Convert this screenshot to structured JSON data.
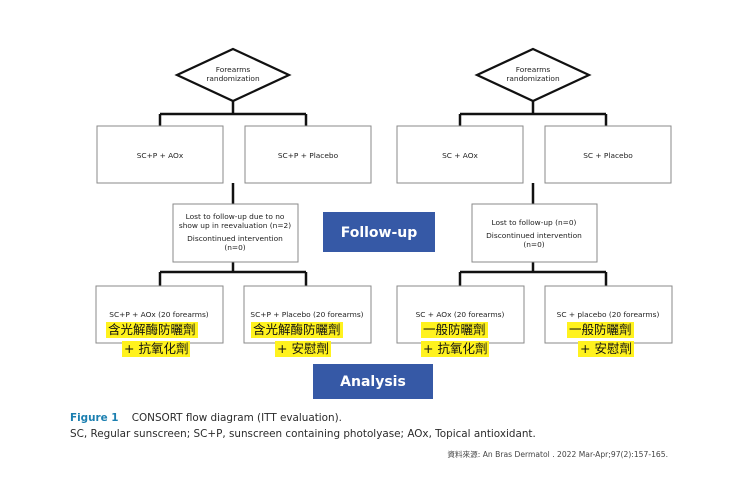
{
  "left": {
    "randomization": [
      "Forearms",
      "randomization"
    ],
    "arm1": "SC+P + AOx",
    "arm2": "SC+P + Placebo",
    "followup_lines": [
      "Lost to follow-up due to no",
      "show up in reevaluation (n=2)",
      "Discontinued intervention",
      "(n=0)"
    ],
    "analysis1": "SC+P + AOx (20 forearms)",
    "analysis2": "SC+P + Placebo (20 forearms)",
    "hl1": [
      "含光解酶防曬劑",
      "+ 抗氧化劑"
    ],
    "hl2": [
      "含光解酶防曬劑",
      "+ 安慰劑"
    ]
  },
  "right": {
    "randomization": [
      "Forearms",
      "randomization"
    ],
    "arm1": "SC + AOx",
    "arm2": "SC + Placebo",
    "followup_lines": [
      "Lost to follow-up (n=0)",
      "Discontinued intervention",
      "(n=0)"
    ],
    "analysis1": "SC + AOx (20 forearms)",
    "analysis2": "SC + placebo (20 forearms)",
    "hl1": [
      "一般防曬劑",
      "+ 抗氧化劑"
    ],
    "hl2": [
      "一般防曬劑",
      "+ 安慰劑"
    ]
  },
  "banners": {
    "followup": "Follow-up",
    "analysis": "Analysis"
  },
  "caption": {
    "label": "Figure 1",
    "title": "CONSORT flow diagram (ITT evaluation).",
    "line2": "SC, Regular sunscreen; SC+P, sunscreen containing photolyase; AOx, Topical antioxidant."
  },
  "source": "資料來源: An Bras Dermatol . 2022 Mar-Apr;97(2):157-165.",
  "colors": {
    "banner": "#3659a6",
    "highlight": "#fff21e",
    "figure_label": "#1b7fb0"
  }
}
